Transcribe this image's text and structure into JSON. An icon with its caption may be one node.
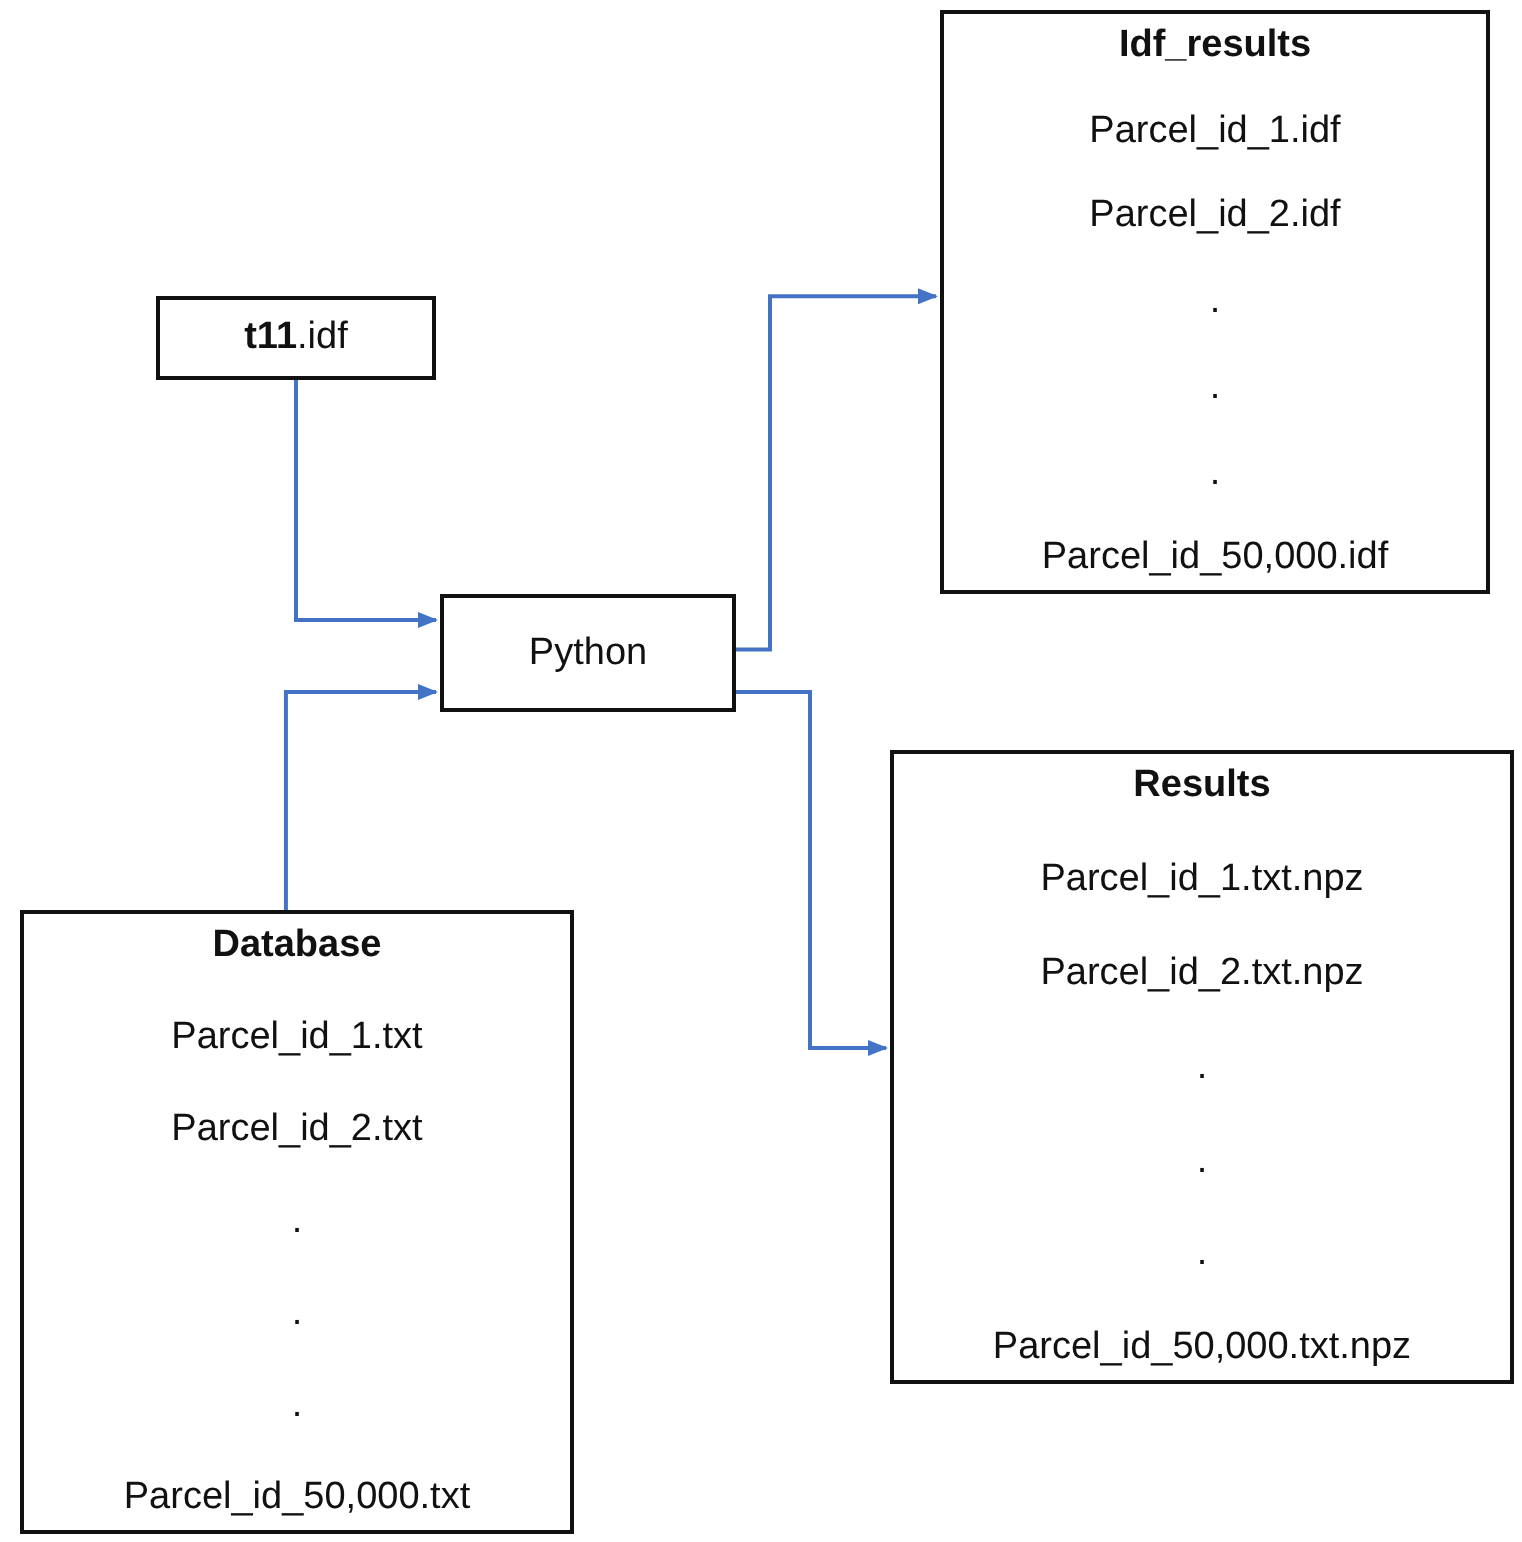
{
  "diagram": {
    "nodes": [
      {
        "text": [
          "**t11**.idf"
        ]
      },
      {
        "text": [
          "Python"
        ]
      },
      {
        "text": [
          "Idf_results",
          "Parcel_id_1.idf",
          "Parcel_id_2.idf",
          ".",
          ".",
          ".",
          "Parcel_id_50,000.idf"
        ]
      },
      {
        "text": [
          "Results",
          "Parcel_id_1.txt.npz",
          "Parcel_id_2.txt.npz",
          ".",
          ".",
          ".",
          "Parcel_id_50,000.txt.npz"
        ]
      },
      {
        "text": [
          "Database",
          "Parcel_id_1.txt",
          "Parcel_id_2.txt",
          ".",
          ".",
          ".",
          "Parcel_id_50,000.txt"
        ]
      }
    ],
    "edges": [
      {
        "from": 0,
        "to": 1,
        "arrow": "to"
      },
      {
        "from": 4,
        "to": 1,
        "arrow": "to"
      },
      {
        "from": 1,
        "to": 2,
        "arrow": "to"
      },
      {
        "from": 1,
        "to": 3,
        "arrow": "to"
      }
    ]
  }
}
